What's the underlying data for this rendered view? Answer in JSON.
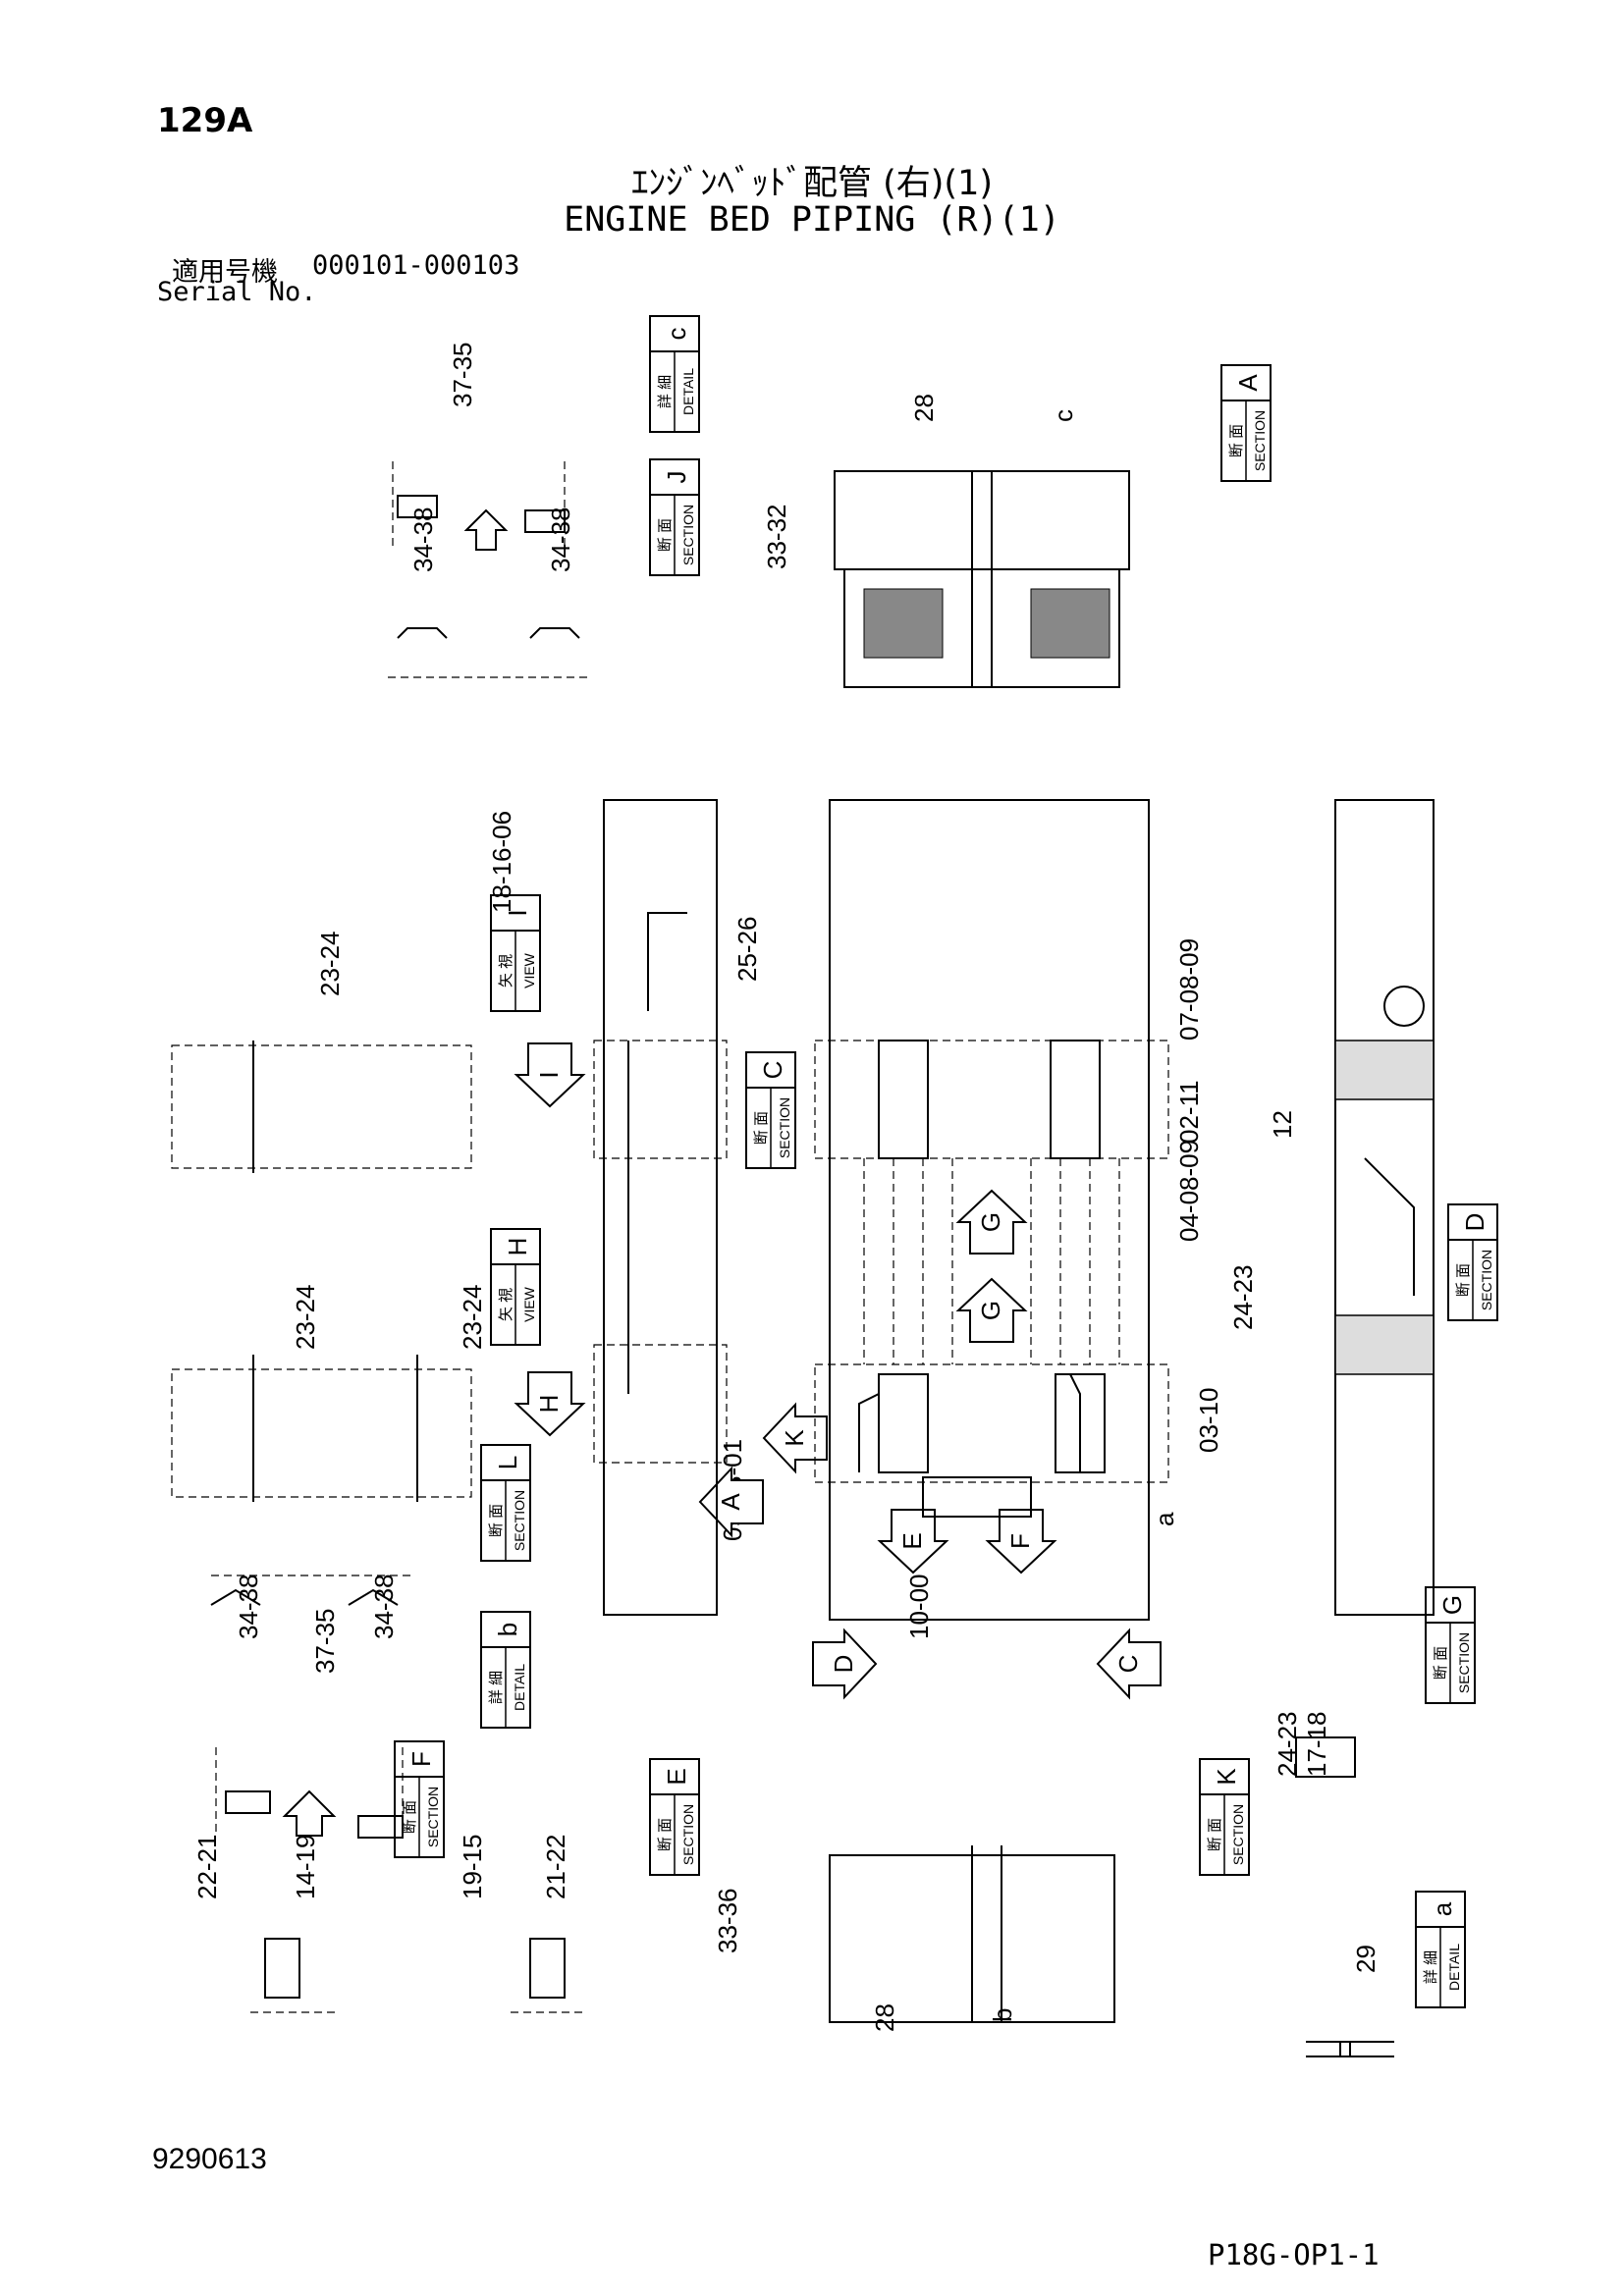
{
  "page_number": "129A",
  "title_jp": "ｴﾝｼﾞﾝﾍﾞｯﾄﾞ配管 (右)(1)",
  "title_en": "ENGINE BED PIPING (R)(1)",
  "serial_label_jp": "適用号機",
  "serial_range": "000101-000103",
  "serial_label_en": "Serial No.",
  "doc_number": "9290613",
  "page_code": "P18G-OP1-1",
  "view_labels": [
    {
      "jp": "詳 細",
      "en": "DETAIL",
      "letter": "c"
    },
    {
      "jp": "断 面",
      "en": "SECTION",
      "letter": "A"
    },
    {
      "jp": "断 面",
      "en": "SECTION",
      "letter": "J"
    },
    {
      "jp": "矢 視",
      "en": "VIEW",
      "letter": "I"
    },
    {
      "jp": "断 面",
      "en": "SECTION",
      "letter": "C"
    },
    {
      "jp": "矢 視",
      "en": "VIEW",
      "letter": "H"
    },
    {
      "jp": "断 面",
      "en": "SECTION",
      "letter": "D"
    },
    {
      "jp": "断 面",
      "en": "SECTION",
      "letter": "L"
    },
    {
      "jp": "詳 細",
      "en": "DETAIL",
      "letter": "b"
    },
    {
      "jp": "断 面",
      "en": "SECTION",
      "letter": "G"
    },
    {
      "jp": "断 面",
      "en": "SECTION",
      "letter": "F"
    },
    {
      "jp": "断 面",
      "en": "SECTION",
      "letter": "E"
    },
    {
      "jp": "断 面",
      "en": "SECTION",
      "letter": "K"
    },
    {
      "jp": "詳 細",
      "en": "DETAIL",
      "letter": "a"
    }
  ],
  "callouts": [
    "37-35",
    "34-38",
    "34-38",
    "28",
    "c",
    "33-32",
    "18-16-06",
    "25-26",
    "23-24",
    "07-08-09",
    "02-11",
    "12",
    "04-08-09",
    "24-23",
    "23-24",
    "23-24",
    "03-10",
    "a",
    "09-08-01",
    "10-00",
    "34-38",
    "34-38",
    "37-35",
    "24-23",
    "17-18",
    "22-21",
    "14-19",
    "19-15",
    "21-22",
    "33-36",
    "28",
    "b",
    "29"
  ],
  "arrow_letters": [
    "I",
    "H",
    "K",
    "A",
    "E",
    "F",
    "G",
    "G",
    "D",
    "C"
  ]
}
